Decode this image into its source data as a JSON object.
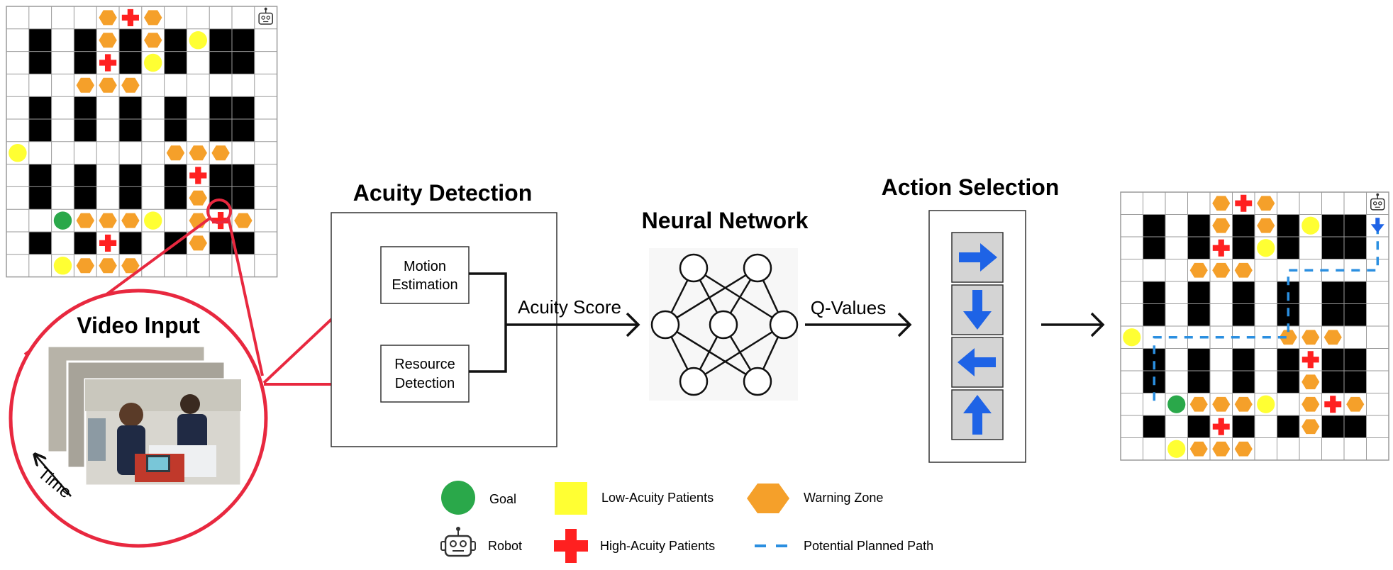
{
  "colors": {
    "wall": "#000000",
    "grid_line": "#9a9a9a",
    "goal": "#2aa84a",
    "low_acuity": "#ffff33",
    "warning": "#f5a02a",
    "high_acuity": "#ff2020",
    "path": "#2b8fe0",
    "highlight": "#e8283f",
    "action_arrow": "#1e63e6",
    "action_bg": "#d4d4d4"
  },
  "labels": {
    "video_input": "Video Input",
    "time": "Time",
    "acuity_detection": "Acuity Detection",
    "motion_estimation": [
      "Motion",
      "Estimation"
    ],
    "resource_detection": [
      "Resource",
      "Detection"
    ],
    "acuity_score": "Acuity Score",
    "neural_network": "Neural Network",
    "q_values": "Q-Values",
    "action_selection": "Action Selection"
  },
  "actions": [
    "right-arrow-icon",
    "down-arrow-icon",
    "left-arrow-icon",
    "up-arrow-icon"
  ],
  "legend": [
    {
      "icon": "goal-icon",
      "label": "Goal"
    },
    {
      "icon": "low-acuity-icon",
      "label": "Low-Acuity Patients"
    },
    {
      "icon": "warning-zone-icon",
      "label": "Warning Zone"
    },
    {
      "icon": "robot-icon",
      "label": "Robot"
    },
    {
      "icon": "high-acuity-icon",
      "label": "High-Acuity Patients"
    },
    {
      "icon": "path-icon",
      "label": "Potential Planned Path"
    }
  ],
  "grid": {
    "rows": 12,
    "cols": 12,
    "walls": [
      [
        1,
        1
      ],
      [
        2,
        1
      ],
      [
        1,
        3
      ],
      [
        2,
        3
      ],
      [
        1,
        5
      ],
      [
        2,
        5
      ],
      [
        1,
        7
      ],
      [
        2,
        7
      ],
      [
        1,
        9
      ],
      [
        1,
        10
      ],
      [
        2,
        9
      ],
      [
        2,
        10
      ],
      [
        4,
        1
      ],
      [
        5,
        1
      ],
      [
        4,
        3
      ],
      [
        5,
        3
      ],
      [
        4,
        5
      ],
      [
        5,
        5
      ],
      [
        4,
        7
      ],
      [
        5,
        7
      ],
      [
        4,
        9
      ],
      [
        4,
        10
      ],
      [
        5,
        9
      ],
      [
        5,
        10
      ],
      [
        7,
        1
      ],
      [
        8,
        1
      ],
      [
        7,
        3
      ],
      [
        8,
        3
      ],
      [
        7,
        5
      ],
      [
        8,
        5
      ],
      [
        7,
        7
      ],
      [
        8,
        7
      ],
      [
        7,
        9
      ],
      [
        7,
        10
      ],
      [
        8,
        9
      ],
      [
        8,
        10
      ],
      [
        10,
        1
      ],
      [
        10,
        3
      ],
      [
        10,
        5
      ],
      [
        10,
        7
      ],
      [
        10,
        9
      ],
      [
        10,
        10
      ]
    ],
    "items": [
      {
        "type": "warning",
        "r": 0,
        "c": 4
      },
      {
        "type": "high",
        "r": 0,
        "c": 5
      },
      {
        "type": "warning",
        "r": 0,
        "c": 6
      },
      {
        "type": "warning",
        "r": 1,
        "c": 4
      },
      {
        "type": "warning",
        "r": 1,
        "c": 6
      },
      {
        "type": "low",
        "r": 1,
        "c": 8
      },
      {
        "type": "high",
        "r": 2,
        "c": 4
      },
      {
        "type": "low",
        "r": 2,
        "c": 6
      },
      {
        "type": "warning",
        "r": 3,
        "c": 3
      },
      {
        "type": "warning",
        "r": 3,
        "c": 4
      },
      {
        "type": "warning",
        "r": 3,
        "c": 5
      },
      {
        "type": "low",
        "r": 6,
        "c": 0
      },
      {
        "type": "warning",
        "r": 6,
        "c": 7
      },
      {
        "type": "warning",
        "r": 6,
        "c": 8
      },
      {
        "type": "warning",
        "r": 6,
        "c": 9
      },
      {
        "type": "high",
        "r": 7,
        "c": 8
      },
      {
        "type": "warning",
        "r": 8,
        "c": 8
      },
      {
        "type": "goal",
        "r": 9,
        "c": 2
      },
      {
        "type": "warning",
        "r": 9,
        "c": 3
      },
      {
        "type": "warning",
        "r": 9,
        "c": 4
      },
      {
        "type": "warning",
        "r": 9,
        "c": 5
      },
      {
        "type": "low",
        "r": 9,
        "c": 6
      },
      {
        "type": "warning",
        "r": 9,
        "c": 8
      },
      {
        "type": "high",
        "r": 9,
        "c": 9
      },
      {
        "type": "warning",
        "r": 9,
        "c": 10
      },
      {
        "type": "high",
        "r": 10,
        "c": 4
      },
      {
        "type": "warning",
        "r": 10,
        "c": 8
      },
      {
        "type": "low",
        "r": 11,
        "c": 2
      },
      {
        "type": "warning",
        "r": 11,
        "c": 3
      },
      {
        "type": "warning",
        "r": 11,
        "c": 4
      },
      {
        "type": "warning",
        "r": 11,
        "c": 5
      }
    ],
    "robot": {
      "r": 0,
      "c": 11
    },
    "path_right": [
      [
        1,
        11
      ],
      [
        2,
        11
      ],
      [
        3,
        11
      ],
      [
        3,
        10
      ],
      [
        3,
        9
      ],
      [
        3,
        8
      ],
      [
        3,
        7
      ],
      [
        4,
        7
      ],
      [
        5,
        7
      ],
      [
        6,
        7
      ],
      [
        6,
        6
      ],
      [
        6,
        5
      ],
      [
        6,
        4
      ],
      [
        6,
        3
      ],
      [
        6,
        2
      ],
      [
        6,
        1
      ],
      [
        7,
        1
      ],
      [
        8,
        1
      ],
      [
        9,
        1
      ]
    ],
    "highlight_cell": {
      "r": 9,
      "c": 9
    }
  }
}
